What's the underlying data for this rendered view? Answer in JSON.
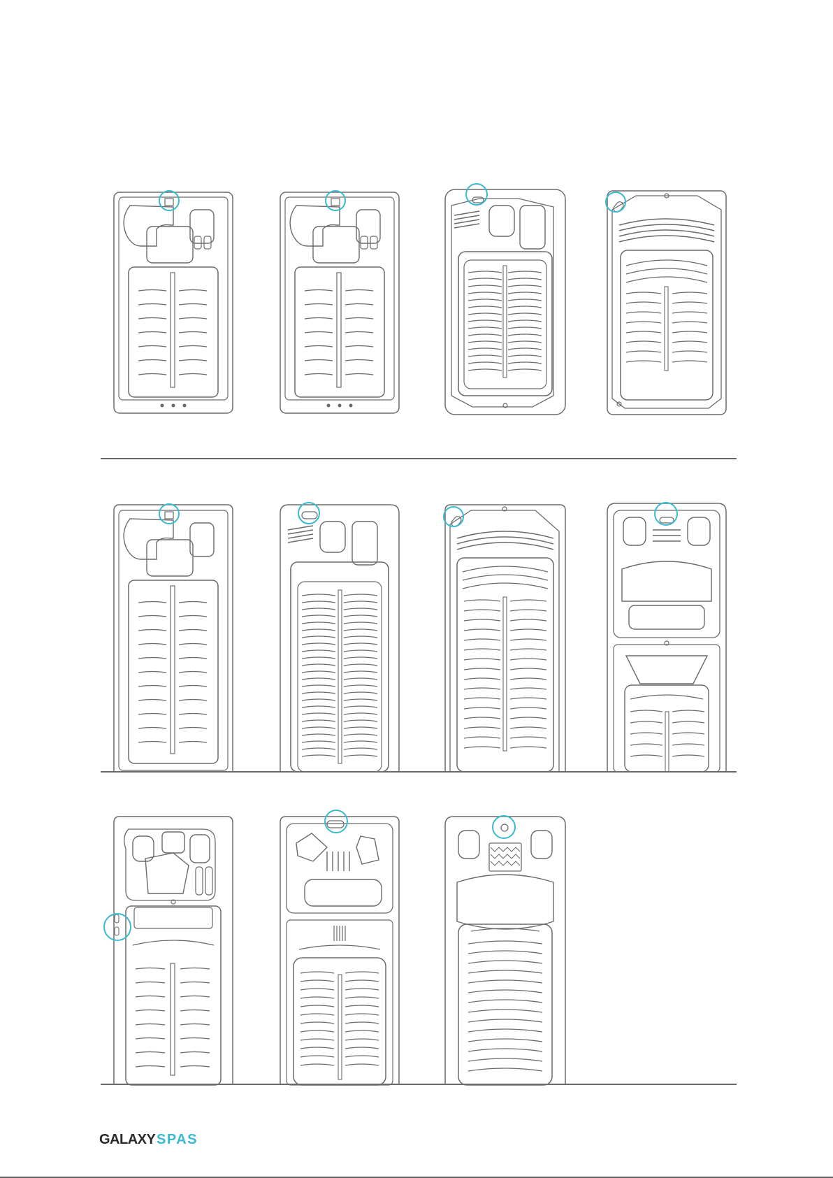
{
  "brand": {
    "name_part1": "GALAXY",
    "name_part2": "SPAS",
    "color_dark": "#2a2a2a",
    "color_accent": "#3ab9d0"
  },
  "colors": {
    "line": "#6b6b6b",
    "marker": "#3ab9d0",
    "background": "#ffffff"
  },
  "rows": [
    {
      "label": "swim-spa-row-1",
      "count": 4
    },
    {
      "label": "swim-spa-row-2",
      "count": 4
    },
    {
      "label": "swim-spa-row-3",
      "count": 3
    }
  ],
  "icons": {
    "spa": "spa-topview-icon",
    "marker": "control-panel-marker-icon",
    "logo": "galaxy-spas-logo"
  }
}
